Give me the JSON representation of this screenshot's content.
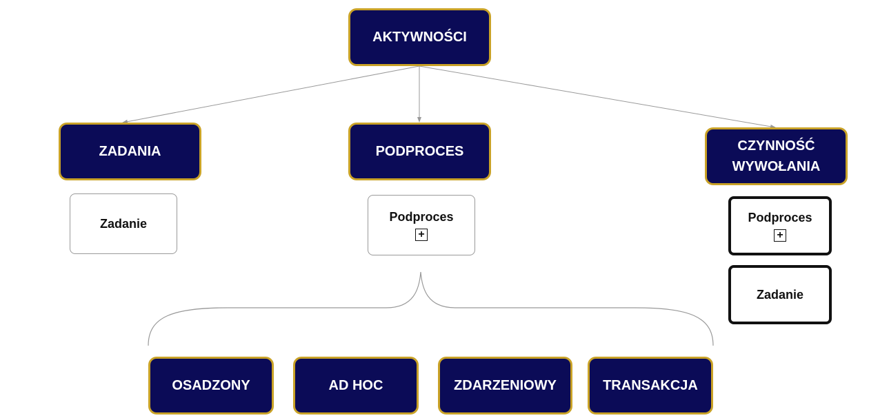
{
  "root": {
    "label": "AKTYWNOŚCI"
  },
  "categories": [
    {
      "label": "ZADANIA",
      "examples": [
        "Zadanie"
      ]
    },
    {
      "label": "PODPROCES",
      "examples": [
        "Podproces"
      ]
    },
    {
      "label": "CZYNNOŚĆ WYWOŁANIA",
      "examples": [
        "Podproces",
        "Zadanie"
      ]
    }
  ],
  "subprocess_types": [
    "OSADZONY",
    "AD HOC",
    "ZDARZENIOWY",
    "TRANSAKCJA"
  ],
  "plus_symbol": "+",
  "colors": {
    "navy": "#0b0b57",
    "gold": "#c9a227"
  }
}
